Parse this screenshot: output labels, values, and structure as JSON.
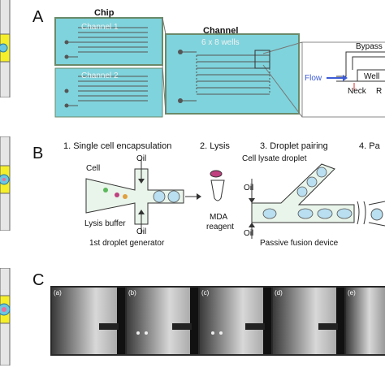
{
  "panels": {
    "a": {
      "letter": "A",
      "chip_title": "Chip",
      "channel_title": "Channel",
      "channel1": "Channel 1",
      "channel2": "Channel 2",
      "wells": "6 x 8 wells",
      "bypass": "Bypass",
      "flow": "Flow",
      "well": "Well",
      "neck": "Neck",
      "r": "R"
    },
    "b": {
      "letter": "B",
      "steps": [
        "1. Single cell encapsulation",
        "2. Lysis",
        "3. Droplet pairing",
        "4. Pa"
      ],
      "cell": "Cell",
      "oil": "Oil",
      "lysis_buffer": "Lysis buffer",
      "generator": "1st droplet generator",
      "cell_lysate": "Cell lysate droplet",
      "mda": "MDA",
      "reagent": "reagent",
      "fusion": "Passive fusion device"
    },
    "c": {
      "letter": "C",
      "frames": [
        "(a)",
        "(b)",
        "(c)",
        "(d)",
        "(e)"
      ]
    }
  },
  "colors": {
    "chip_cyan": "#7fd3dc",
    "left_yellow": "#f5ef2a",
    "droplet_blue": "#b9dff0",
    "arrow_blue": "#3b5bd6",
    "neck_red": "#d63030"
  }
}
